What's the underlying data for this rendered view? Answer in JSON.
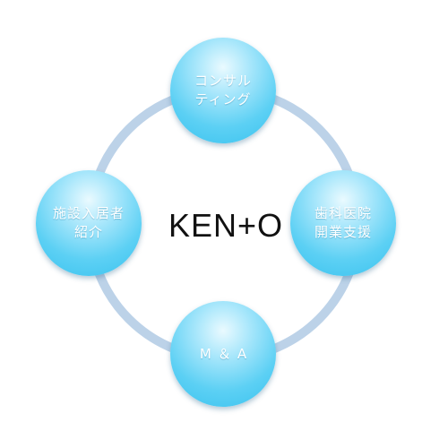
{
  "diagram": {
    "center_label": "KEN+O",
    "colors": {
      "ring": "#bcd2e8",
      "node_fill": "#4ccbf2",
      "node_highlight": "#e6f8ff",
      "node_text": "#ffffff",
      "center_text": "#111111"
    },
    "nodes": {
      "top": {
        "line1": "コンサル",
        "line2": "ティング"
      },
      "right": {
        "line1": "歯科医院",
        "line2": "開業支援"
      },
      "bottom": {
        "line1": "M＆A"
      },
      "left": {
        "line1": "施設入居者",
        "line2": "紹介"
      }
    }
  }
}
